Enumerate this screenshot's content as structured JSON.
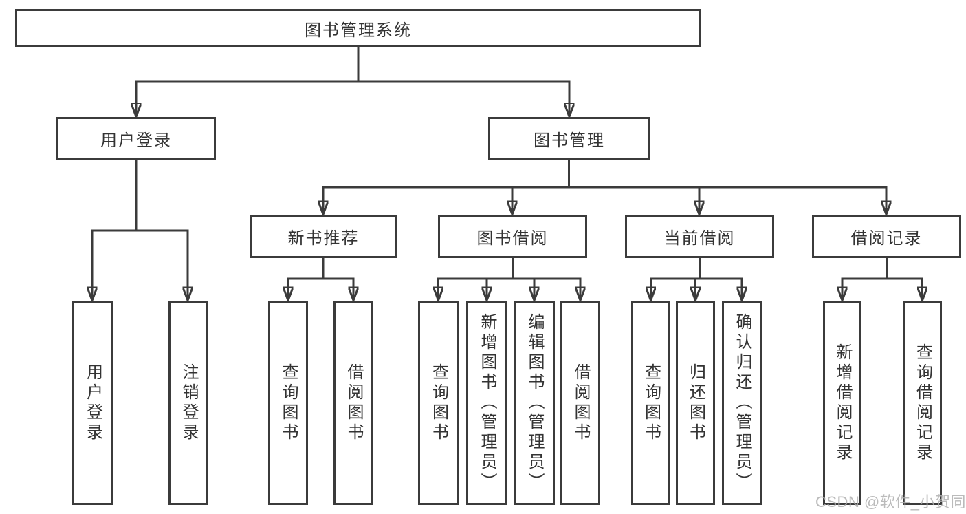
{
  "tree": {
    "root": {
      "label": "图书管理系统",
      "children": [
        {
          "label": "用户登录",
          "children": [
            {
              "label": "用户登录"
            },
            {
              "label": "注销登录"
            }
          ]
        },
        {
          "label": "图书管理",
          "children": [
            {
              "label": "新书推荐",
              "children": [
                {
                  "label": "查询图书"
                },
                {
                  "label": "借阅图书"
                }
              ]
            },
            {
              "label": "图书借阅",
              "children": [
                {
                  "label": "查询图书"
                },
                {
                  "label": "新增图书（管理员）"
                },
                {
                  "label": "编辑图书（管理员）"
                },
                {
                  "label": "借阅图书"
                }
              ]
            },
            {
              "label": "当前借阅",
              "children": [
                {
                  "label": "查询图书"
                },
                {
                  "label": "归还图书"
                },
                {
                  "label": "确认归还（管理员）"
                }
              ]
            },
            {
              "label": "借阅记录",
              "children": [
                {
                  "label": "新增借阅记录"
                },
                {
                  "label": "查询借阅记录"
                }
              ]
            }
          ]
        }
      ]
    }
  },
  "watermark": {
    "text": "CSDN @软件_小贺同学"
  },
  "colors": {
    "line": "#3b3b3b",
    "text": "#333333",
    "watermark": "#b0b0b0",
    "background": "#ffffff"
  }
}
